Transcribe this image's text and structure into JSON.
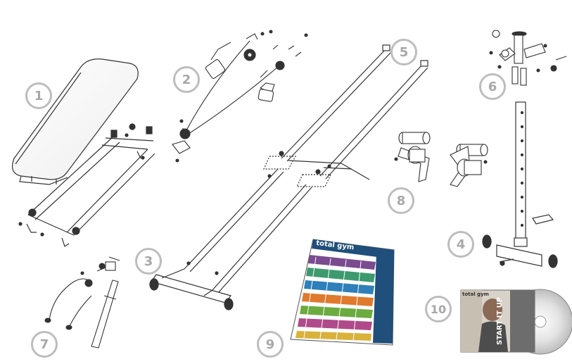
{
  "callouts": [
    "1",
    "2",
    "3",
    "4",
    "5",
    "6",
    "7",
    "8",
    "9",
    "10"
  ],
  "poster": {
    "brand": "total gym"
  },
  "dvd": {
    "brand": "total gym",
    "title": "START IT UP"
  },
  "colors": {
    "outline": "#333333",
    "callout_border": "#bdbdbd",
    "callout_text": "#a8a8a8",
    "poster_dark": "#1f4f7a",
    "poster_rows": [
      "#7a4b8f",
      "#3d9a6e",
      "#2f7fb8",
      "#e07a2d",
      "#6cab3f",
      "#b04a8a",
      "#d9b23a"
    ]
  }
}
